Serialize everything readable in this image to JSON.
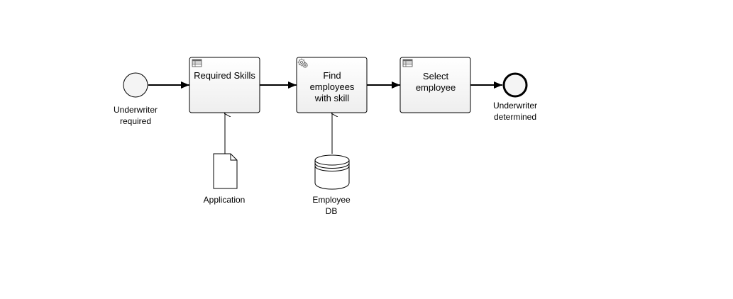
{
  "start_event": {
    "label": "Underwriter required"
  },
  "tasks": [
    {
      "label": "Required Skills",
      "type": "business-rule"
    },
    {
      "label": "Find employees with skill",
      "type": "service"
    },
    {
      "label": "Select employee",
      "type": "business-rule"
    }
  ],
  "end_event": {
    "label": "Underwriter determined"
  },
  "data_object": {
    "label": "Application"
  },
  "data_store": {
    "label": "Employee DB"
  },
  "colors": {
    "stroke": "#000000",
    "task_fill": "#f4f4f4",
    "event_fill": "#f4f4f4",
    "icon": "#555555"
  }
}
